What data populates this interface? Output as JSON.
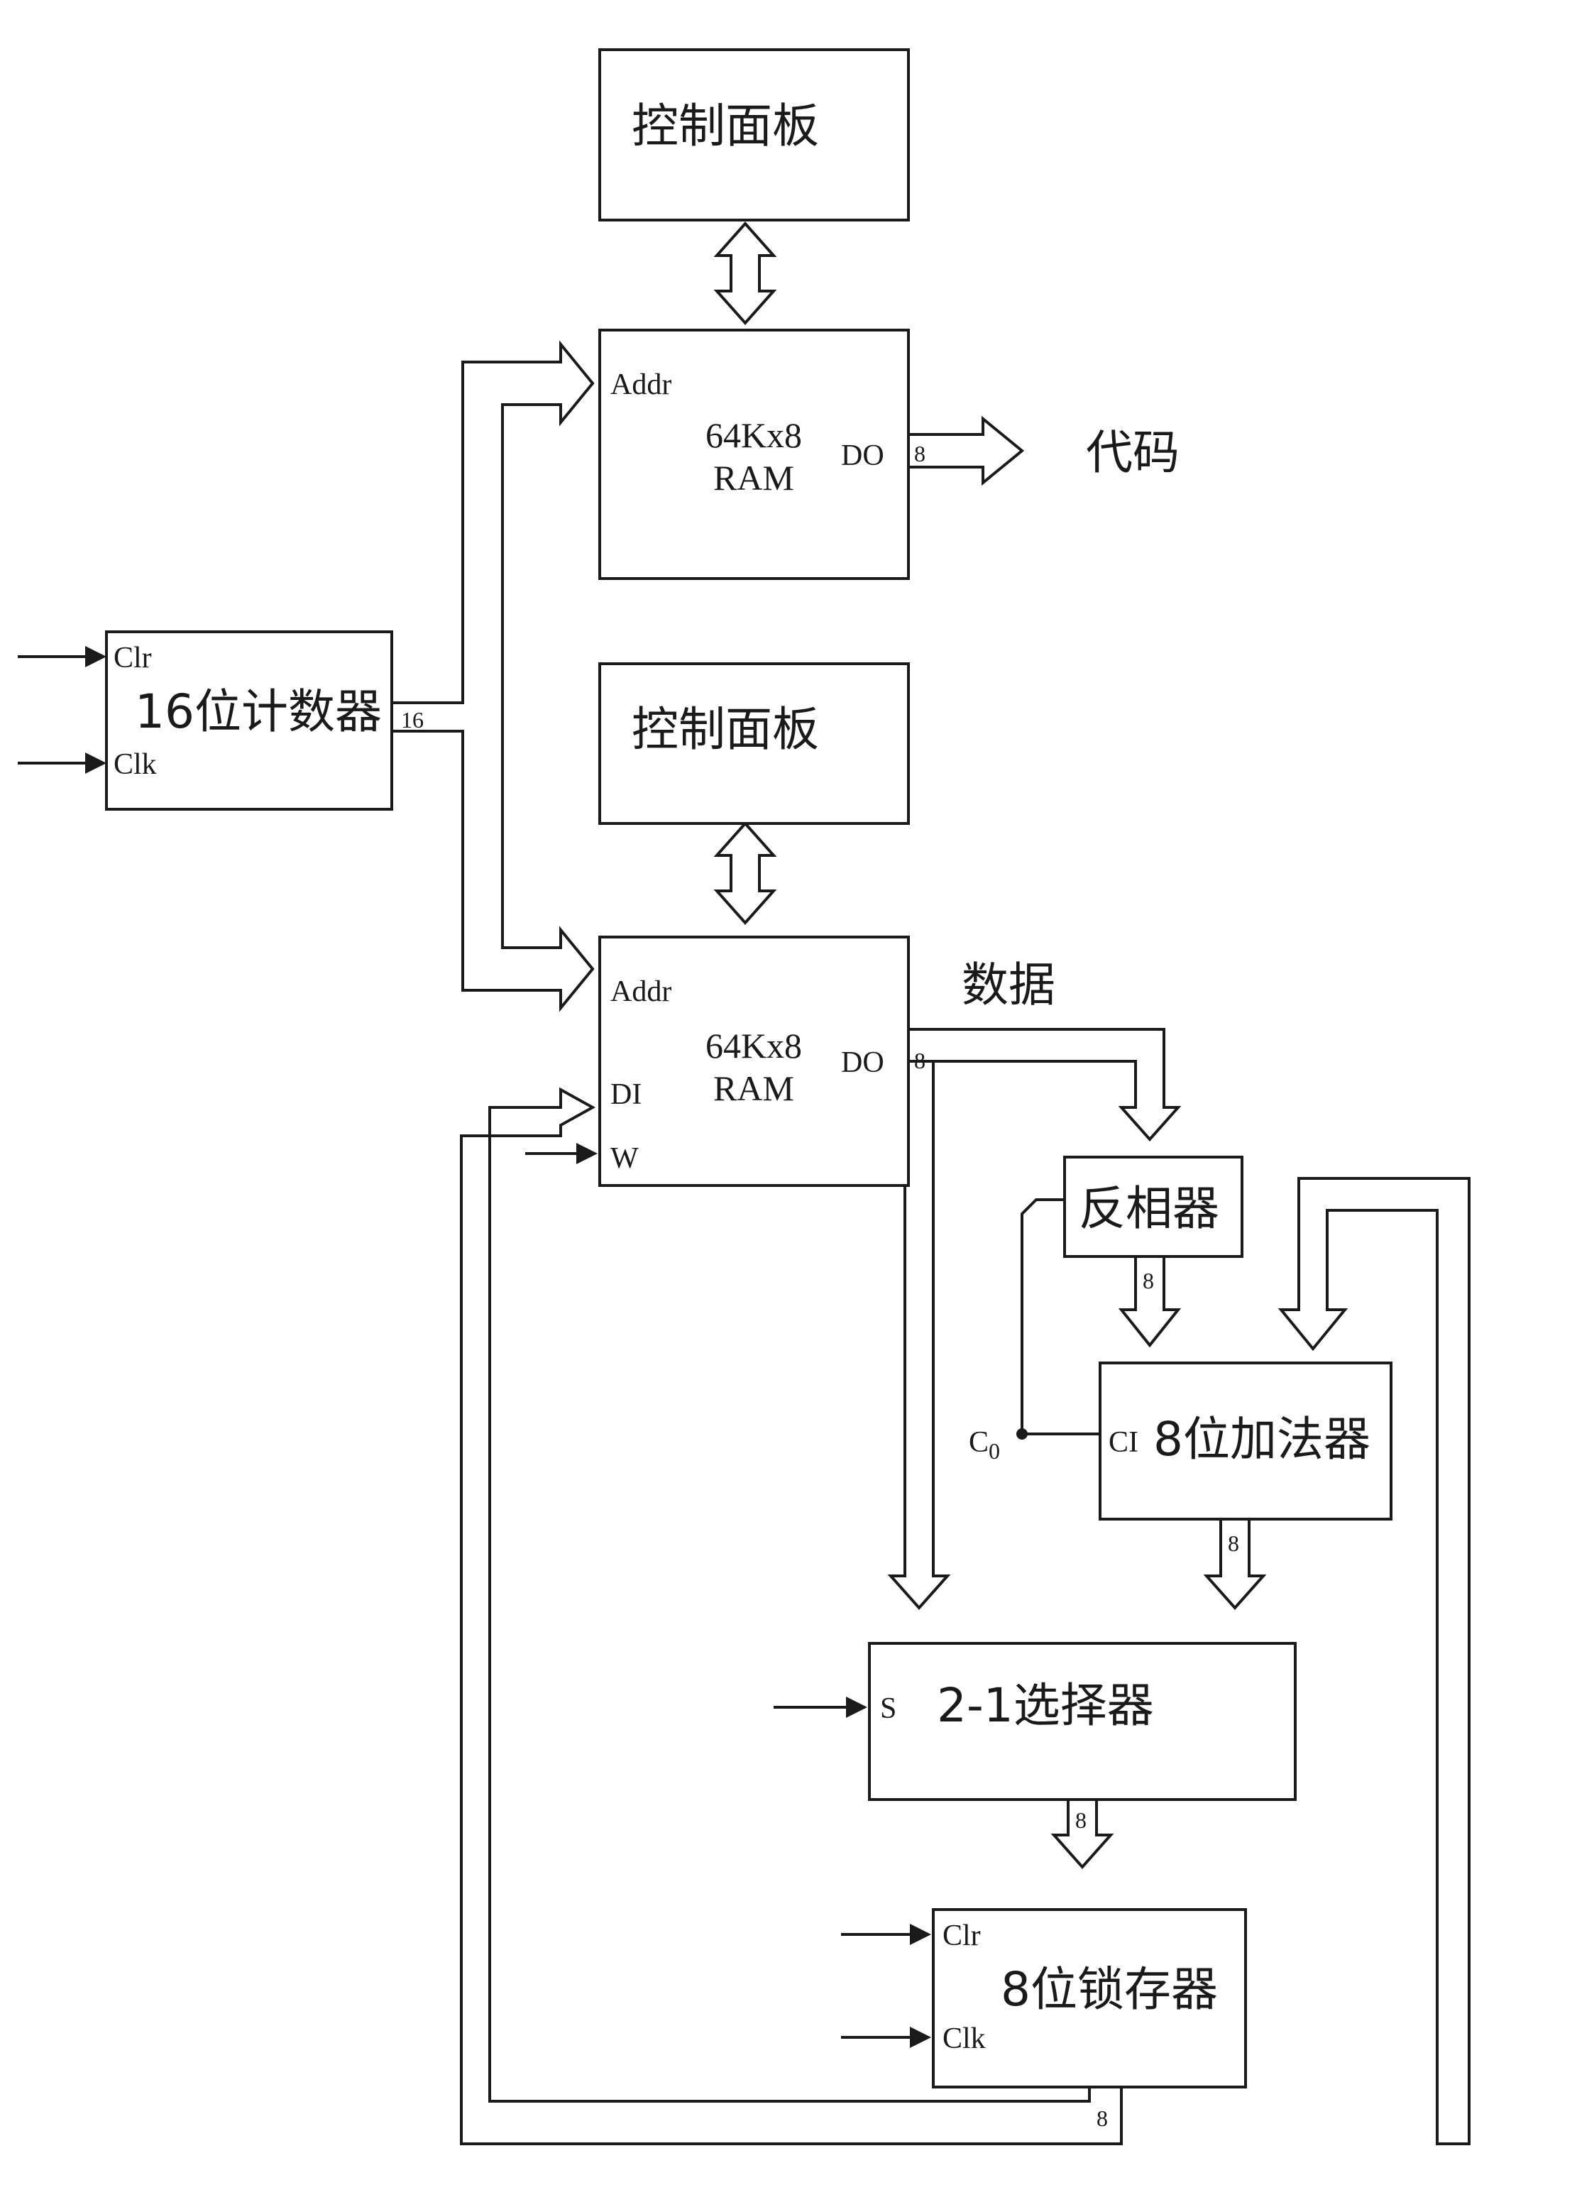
{
  "blocks": {
    "panel1": {
      "label": "控制面板"
    },
    "panel2": {
      "label": "控制面板"
    },
    "ram1": {
      "line1": "64Kx8",
      "line2": "RAM",
      "addr": "Addr",
      "do": "DO"
    },
    "ram2": {
      "line1": "64Kx8",
      "line2": "RAM",
      "addr": "Addr",
      "di": "DI",
      "w": "W",
      "do": "DO"
    },
    "counter": {
      "label": "16位计数器",
      "clr": "Clr",
      "clk": "Clk"
    },
    "inverter": {
      "label": "反相器"
    },
    "adder": {
      "label": "8位加法器",
      "ci": "CI",
      "c0": "C",
      "c0_sub": "0"
    },
    "mux": {
      "label": "2-1选择器",
      "s": "S"
    },
    "latch": {
      "label": "8位锁存器",
      "clr": "Clr",
      "clk": "Clk"
    }
  },
  "labels": {
    "code": "代码",
    "data": "数据",
    "counter_width": "16",
    "ram1_do_width": "8",
    "ram2_do_width": "8",
    "inv_out_width": "8",
    "adder_out_width": "8",
    "mux_out_width": "8",
    "latch_out_width": "8"
  }
}
